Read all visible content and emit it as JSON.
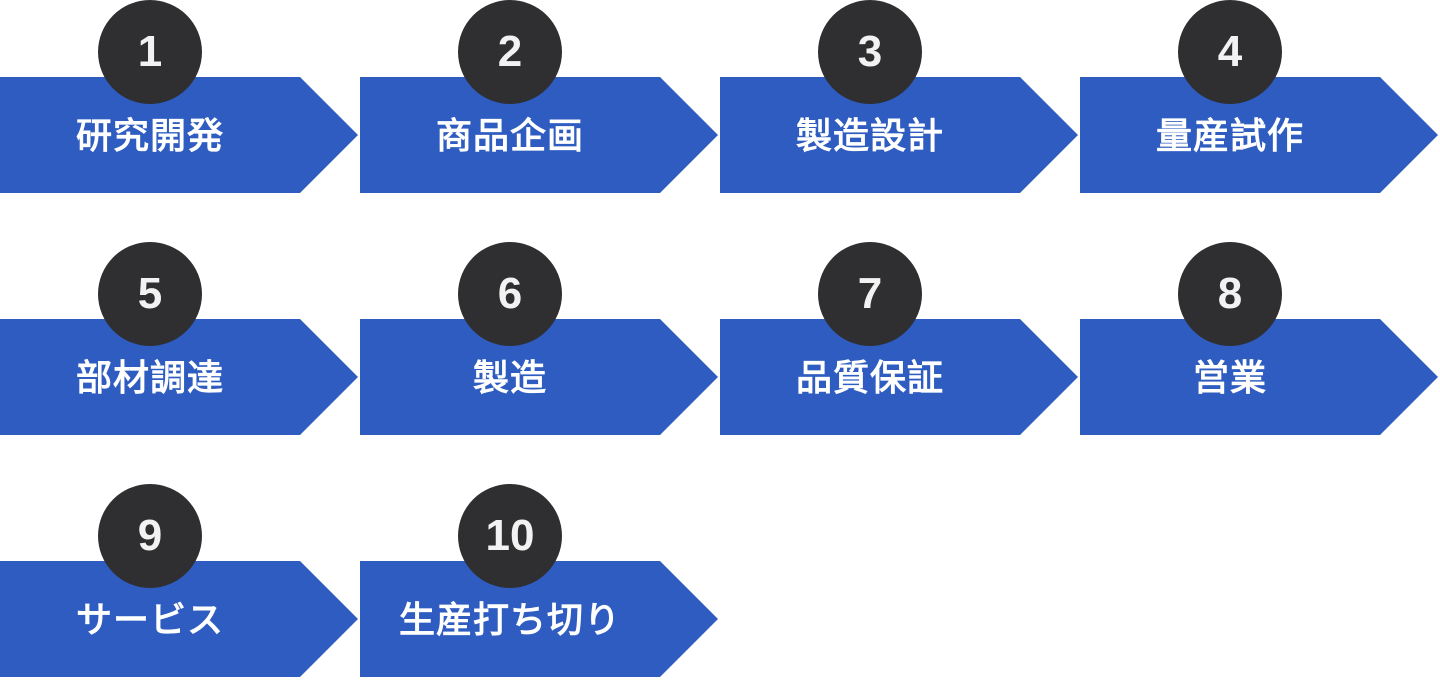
{
  "diagram": {
    "type": "process-flow",
    "colors": {
      "arrow_blue": "#2e5cc0",
      "circle_dark": "#2f2f31",
      "label_white": "#ffffff",
      "number_white": "#f2f2f2",
      "page_bg": "#ffffff"
    },
    "rows": [
      4,
      4,
      2
    ],
    "steps": [
      {
        "number": "1",
        "label": "研究開発"
      },
      {
        "number": "2",
        "label": "商品企画"
      },
      {
        "number": "3",
        "label": "製造設計"
      },
      {
        "number": "4",
        "label": "量産試作"
      },
      {
        "number": "5",
        "label": "部材調達"
      },
      {
        "number": "6",
        "label": "製造"
      },
      {
        "number": "7",
        "label": "品質保証"
      },
      {
        "number": "8",
        "label": "営業"
      },
      {
        "number": "9",
        "label": "サービス"
      },
      {
        "number": "10",
        "label": "生産打ち切り"
      }
    ]
  }
}
